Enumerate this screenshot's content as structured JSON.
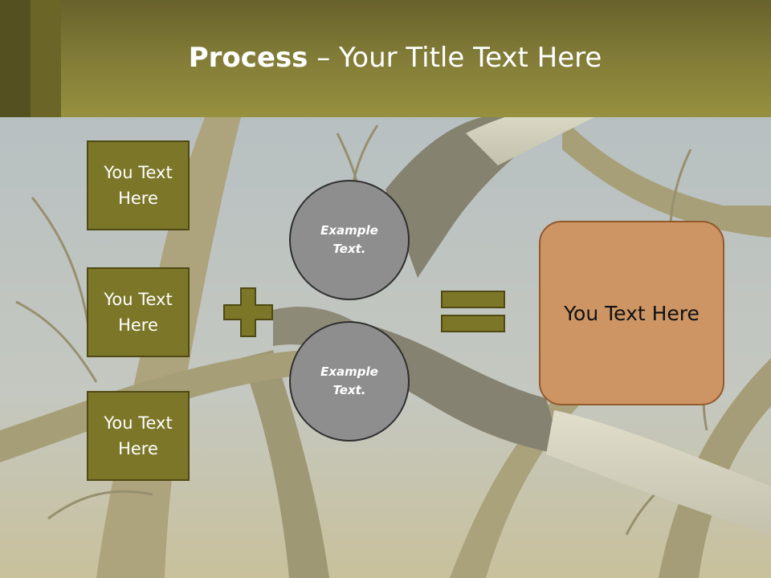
{
  "title": {
    "bold": "Process",
    "rest": " – Your Title Text Here"
  },
  "left_boxes": [
    {
      "label": "You Text Here"
    },
    {
      "label": "You Text Here"
    },
    {
      "label": "You Text Here"
    }
  ],
  "circles": [
    {
      "label": "Example Text."
    },
    {
      "label": "Example Text."
    }
  ],
  "result": {
    "label": "You Text Here"
  },
  "operators": {
    "plus": "plus-icon",
    "equals": "equals-icon"
  },
  "colors": {
    "header": "#807a37",
    "box_fill": "#7c7628",
    "circle_fill": "#8e8e8e",
    "result_fill": "#cd9564",
    "result_border": "#94582d"
  }
}
